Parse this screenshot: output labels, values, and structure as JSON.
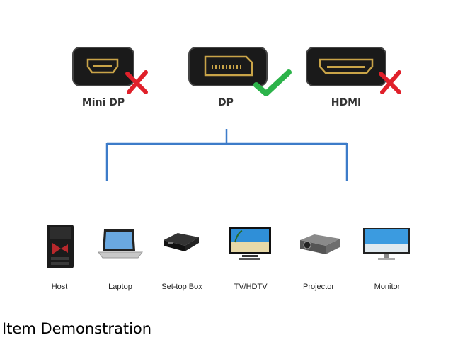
{
  "connectors": [
    {
      "label": "Mini DP",
      "status": "unsupported",
      "icon": "mini-dp-port-icon"
    },
    {
      "label": "DP",
      "status": "supported",
      "icon": "dp-port-icon"
    },
    {
      "label": "HDMI",
      "status": "unsupported",
      "icon": "hdmi-port-icon"
    }
  ],
  "devices": [
    {
      "label": "Host",
      "icon": "pc-tower-icon"
    },
    {
      "label": "Laptop",
      "icon": "laptop-icon"
    },
    {
      "label": "Set-top Box",
      "icon": "set-top-box-icon"
    },
    {
      "label": "TV/HDTV",
      "icon": "tv-icon"
    },
    {
      "label": "Projector",
      "icon": "projector-icon"
    },
    {
      "label": "Monitor",
      "icon": "monitor-icon"
    }
  ],
  "caption": "Item Demonstration",
  "colors": {
    "connector_line": "#3d7cc9",
    "check": "#2cb34a",
    "cross": "#e0202a",
    "gold": "#c9a448"
  }
}
